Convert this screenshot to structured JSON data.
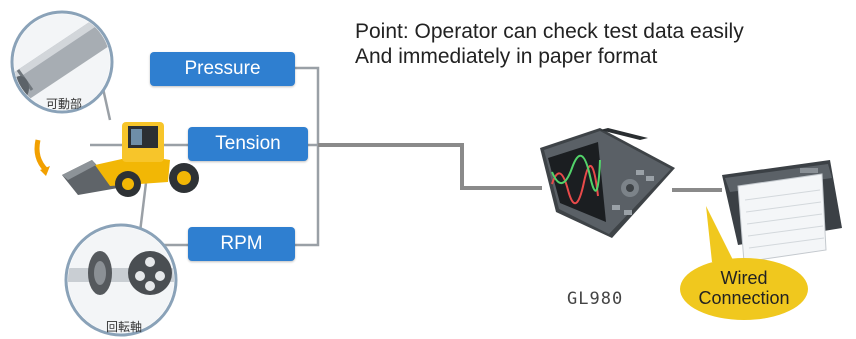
{
  "point": {
    "line1": "Point: Operator can check test data easily",
    "line2": "And immediately in paper format"
  },
  "sensors": [
    {
      "label": "Pressure"
    },
    {
      "label": "Tension"
    },
    {
      "label": "RPM"
    }
  ],
  "parts": {
    "movable": "可動部",
    "shaft": "回転軸"
  },
  "logger": {
    "model": "GL980"
  },
  "callout": {
    "line1": "Wired",
    "line2": "Connection"
  },
  "colors": {
    "label_blue": "#2f7fd0",
    "callout_yellow": "#f0c81e",
    "wire_gray": "#8a8a8a",
    "machine_yellow": "#f2b705"
  }
}
